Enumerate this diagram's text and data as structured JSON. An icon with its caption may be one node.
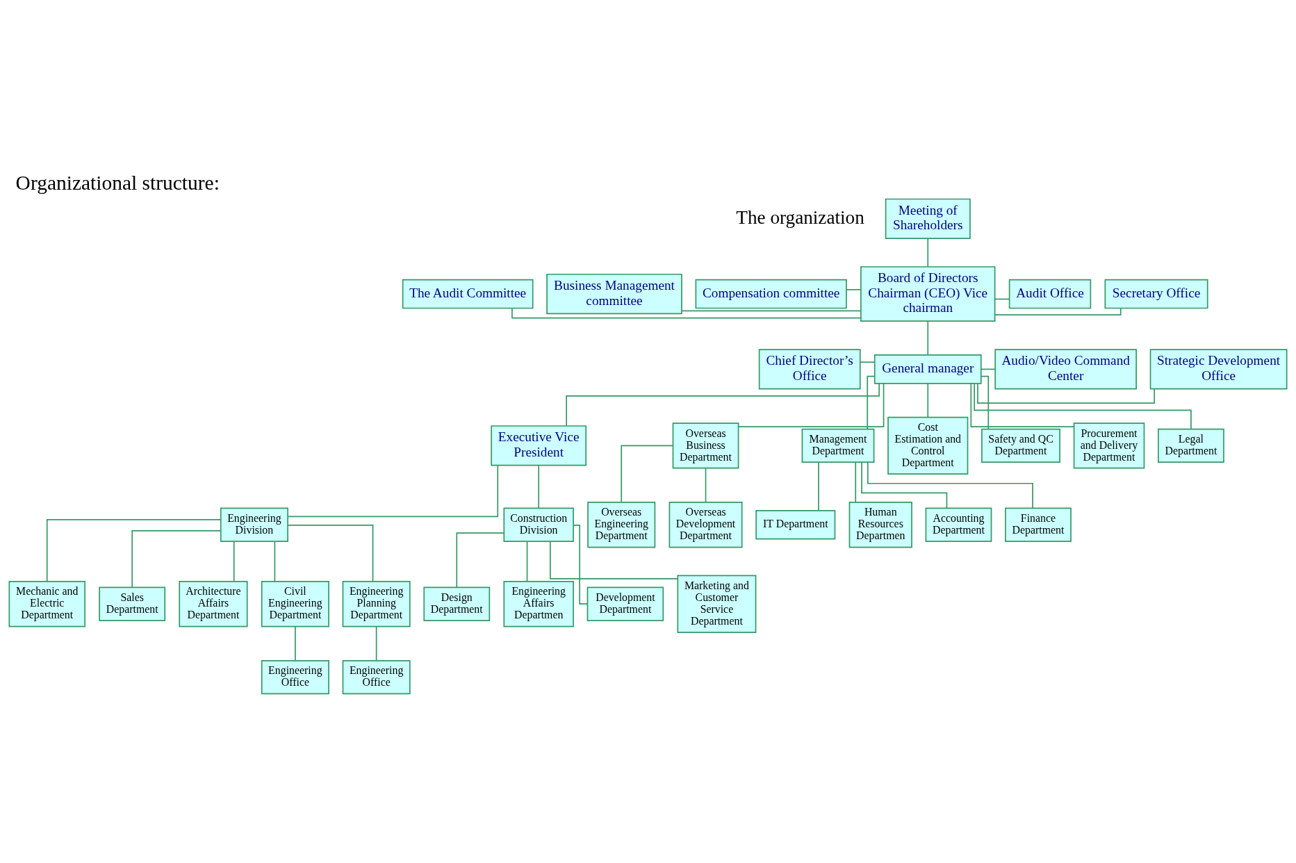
{
  "diagram": {
    "title": "Organizational structure:",
    "nodes": [
      {
        "text": [
          "Meeting of Shareholders"
        ]
      },
      {
        "text": [
          "Board of Directors Chairman (CEO) Vice chairman"
        ]
      },
      {
        "text": [
          "The Audit Committee"
        ]
      },
      {
        "text": [
          "Business Management committee"
        ]
      },
      {
        "text": [
          "Compensation committee"
        ]
      },
      {
        "text": [
          "Audit Office"
        ]
      },
      {
        "text": [
          "Secretary Office"
        ]
      },
      {
        "text": [
          "General manager"
        ]
      },
      {
        "text": [
          "Chief Director’s Office"
        ]
      },
      {
        "text": [
          "Audio/Video Command Center"
        ]
      },
      {
        "text": [
          "Strategic Development Office"
        ]
      },
      {
        "text": [
          "Executive Vice President"
        ]
      },
      {
        "text": [
          "Engineering Division"
        ]
      },
      {
        "text": [
          "Construction Division"
        ]
      },
      {
        "text": [
          "Overseas Business Department"
        ]
      },
      {
        "text": [
          "Management Department"
        ]
      },
      {
        "text": [
          "Cost Estimation and Control Department"
        ]
      },
      {
        "text": [
          "Safety and QC Department"
        ]
      },
      {
        "text": [
          "Procurement and Delivery Department"
        ]
      },
      {
        "text": [
          "Legal Department"
        ]
      },
      {
        "text": [
          "Mechanic and Electric Department"
        ]
      },
      {
        "text": [
          "Sales Department"
        ]
      },
      {
        "text": [
          "Architecture Affairs Department"
        ]
      },
      {
        "text": [
          "Civil Engineering Department"
        ]
      },
      {
        "text": [
          "Engineering Planning Department"
        ]
      },
      {
        "text": [
          "Design Department"
        ]
      },
      {
        "text": [
          "Engineering  Affairs Departmen"
        ]
      },
      {
        "text": [
          "Development  Department"
        ]
      },
      {
        "text": [
          "Marketing and Customer Service Department"
        ]
      },
      {
        "text": [
          "Overseas  Engineering Department"
        ]
      },
      {
        "text": [
          "Overseas  Development Department"
        ]
      },
      {
        "text": [
          "IT Department"
        ]
      },
      {
        "text": [
          "Human  Resources Departmen"
        ]
      },
      {
        "text": [
          "Accounting Department"
        ]
      },
      {
        "text": [
          "Finance Department"
        ]
      },
      {
        "text": [
          "Engineering Office"
        ]
      },
      {
        "text": [
          "Engineering Office"
        ]
      }
    ],
    "edges": [
      {
        "from": 0,
        "to": 1,
        "arrow": "none"
      },
      {
        "from": 1,
        "to": 2,
        "arrow": "none"
      },
      {
        "from": 1,
        "to": 3,
        "arrow": "none"
      },
      {
        "from": 1,
        "to": 4,
        "arrow": "none"
      },
      {
        "from": 1,
        "to": 5,
        "arrow": "none"
      },
      {
        "from": 1,
        "to": 6,
        "arrow": "none"
      },
      {
        "from": 1,
        "to": 7,
        "arrow": "none"
      },
      {
        "from": 7,
        "to": 8,
        "arrow": "none"
      },
      {
        "from": 7,
        "to": 9,
        "arrow": "none"
      },
      {
        "from": 7,
        "to": 10,
        "arrow": "none"
      },
      {
        "from": 7,
        "to": 11,
        "arrow": "none"
      },
      {
        "from": 7,
        "to": 14,
        "arrow": "none"
      },
      {
        "from": 7,
        "to": 15,
        "arrow": "none"
      },
      {
        "from": 7,
        "to": 16,
        "arrow": "none"
      },
      {
        "from": 7,
        "to": 17,
        "arrow": "none"
      },
      {
        "from": 7,
        "to": 18,
        "arrow": "none"
      },
      {
        "from": 7,
        "to": 19,
        "arrow": "none"
      },
      {
        "from": 11,
        "to": 12,
        "arrow": "none"
      },
      {
        "from": 11,
        "to": 13,
        "arrow": "none"
      },
      {
        "from": 12,
        "to": 20,
        "arrow": "none"
      },
      {
        "from": 12,
        "to": 21,
        "arrow": "none"
      },
      {
        "from": 12,
        "to": 22,
        "arrow": "none"
      },
      {
        "from": 12,
        "to": 23,
        "arrow": "none"
      },
      {
        "from": 12,
        "to": 24,
        "arrow": "none"
      },
      {
        "from": 13,
        "to": 25,
        "arrow": "none"
      },
      {
        "from": 13,
        "to": 26,
        "arrow": "none"
      },
      {
        "from": 13,
        "to": 27,
        "arrow": "none"
      },
      {
        "from": 13,
        "to": 28,
        "arrow": "none"
      },
      {
        "from": 14,
        "to": 29,
        "arrow": "none"
      },
      {
        "from": 14,
        "to": 30,
        "arrow": "none"
      },
      {
        "from": 15,
        "to": 31,
        "arrow": "none"
      },
      {
        "from": 15,
        "to": 32,
        "arrow": "none"
      },
      {
        "from": 15,
        "to": 33,
        "arrow": "none"
      },
      {
        "from": 15,
        "to": 34,
        "arrow": "none"
      },
      {
        "from": 23,
        "to": 35,
        "arrow": "none"
      },
      {
        "from": 24,
        "to": 36,
        "arrow": "none"
      }
    ],
    "labels": [
      "The organization"
    ]
  }
}
